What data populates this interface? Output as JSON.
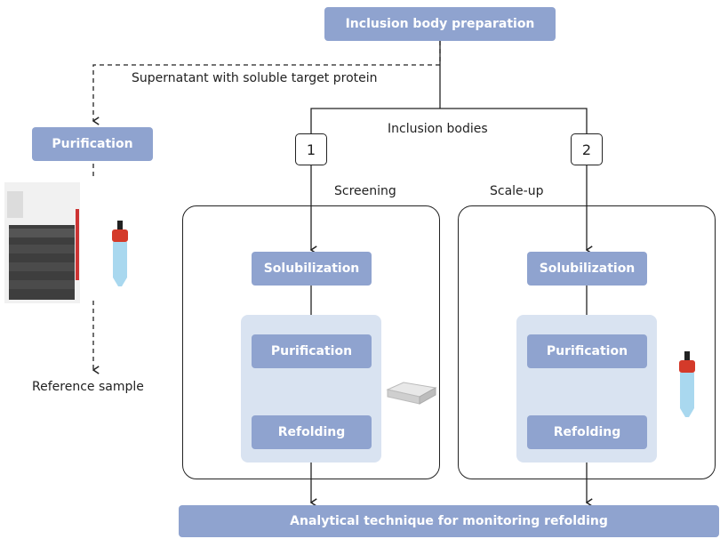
{
  "nodes": {
    "top": "Inclusion body preparation",
    "purification_left": "Purification",
    "solub_1": "Solubilization",
    "purif_1": "Purification",
    "refold_1": "Refolding",
    "solub_2": "Solubilization",
    "purif_2": "Purification",
    "refold_2": "Refolding",
    "bottom": "Analytical technique for monitoring refolding"
  },
  "labels": {
    "supernatant": "Supernatant with soluble target protein",
    "inclusion_bodies": "Inclusion bodies",
    "screening": "Screening",
    "scale_up": "Scale-up",
    "reference_sample": "Reference sample"
  },
  "steps": {
    "one": "1",
    "two": "2"
  },
  "colors": {
    "node_fill": "#8fa3cf",
    "inner_fill": "#d9e3f1",
    "line": "#222222"
  }
}
